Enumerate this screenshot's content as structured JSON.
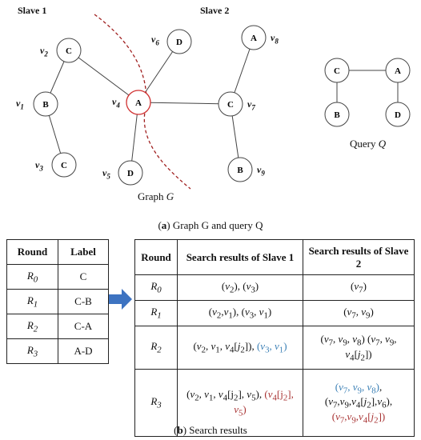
{
  "graph": {
    "slave1_label": "Slave 1",
    "slave2_label": "Slave 2",
    "caption_prefix": "Graph",
    "caption_var": "G",
    "nodes": [
      {
        "id": "v1",
        "letter": "B",
        "vname": "v",
        "vsub": "1"
      },
      {
        "id": "v2",
        "letter": "C",
        "vname": "v",
        "vsub": "2"
      },
      {
        "id": "v3",
        "letter": "C",
        "vname": "v",
        "vsub": "3"
      },
      {
        "id": "v4",
        "letter": "A",
        "vname": "v",
        "vsub": "4"
      },
      {
        "id": "v5",
        "letter": "D",
        "vname": "v",
        "vsub": "5"
      },
      {
        "id": "v6",
        "letter": "D",
        "vname": "v",
        "vsub": "6"
      },
      {
        "id": "v7",
        "letter": "C",
        "vname": "v",
        "vsub": "7"
      },
      {
        "id": "v8",
        "letter": "A",
        "vname": "v",
        "vsub": "8"
      },
      {
        "id": "v9",
        "letter": "B",
        "vname": "v",
        "vsub": "9"
      }
    ]
  },
  "query": {
    "caption_prefix": "Query",
    "caption_var": "Q",
    "nodes": [
      {
        "id": "qC",
        "letter": "C"
      },
      {
        "id": "qA",
        "letter": "A"
      },
      {
        "id": "qB",
        "letter": "B"
      },
      {
        "id": "qD",
        "letter": "D"
      }
    ]
  },
  "caption_a": {
    "tag": "a",
    "text": "Graph G and query Q"
  },
  "caption_b": {
    "tag": "b",
    "text": "Search results"
  },
  "round_table": {
    "headers": [
      "Round",
      "Label"
    ],
    "rows": [
      {
        "r": "R",
        "sub": "0",
        "label": "C"
      },
      {
        "r": "R",
        "sub": "1",
        "label": "C-B"
      },
      {
        "r": "R",
        "sub": "2",
        "label": "C-A"
      },
      {
        "r": "R",
        "sub": "3",
        "label": "A-D"
      }
    ]
  },
  "results_table": {
    "headers": [
      "Round",
      "Search results of Slave 1",
      "Search results of Slave 2"
    ],
    "colors": {
      "blue": "#3a7fb5",
      "red": "#a83232"
    }
  }
}
